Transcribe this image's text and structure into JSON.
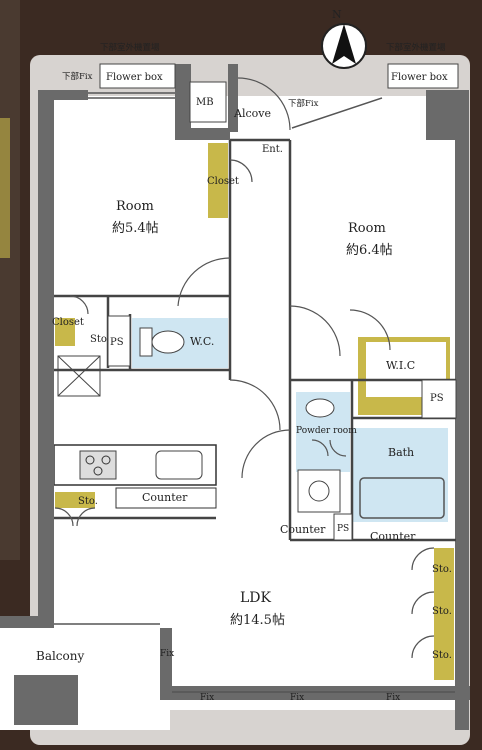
{
  "compass": {
    "label": "N"
  },
  "notes": {
    "outdoor_unit_left": "下部室外機置場",
    "outdoor_unit_right": "下部室外機置場",
    "fix_left": "下部Fix",
    "fix_right": "下部Fix",
    "flower_box_left": "Flower box",
    "flower_box_right": "Flower box"
  },
  "labels": {
    "mb": "MB",
    "alcove": "Alcove",
    "ent": "Ent.",
    "closet_upper": "Closet",
    "room_west": "Room",
    "room_west_size": "約5.4帖",
    "room_east": "Room",
    "room_east_size": "約6.4帖",
    "closet_left": "Closet",
    "sto_left": "Sto",
    "ps_left": "PS",
    "wc": "W.C.",
    "wic": "W.I.C",
    "ps_right": "PS",
    "powder_room": "Powder room",
    "bath": "Bath",
    "counter_kitchen": "Counter",
    "sto_kitchen": "Sto.",
    "counter_center": "Counter",
    "ps_center": "PS",
    "counter_right": "Counter",
    "sto_1": "Sto.",
    "sto_2": "Sto.",
    "sto_3": "Sto.",
    "ldk": "LDK",
    "ldk_size": "約14.5帖",
    "balcony": "Balcony",
    "fix_balcony": "Fix",
    "fix_bottom_1": "Fix",
    "fix_bottom_2": "Fix",
    "fix_bottom_3": "Fix"
  },
  "colors": {
    "background": "#3b2a22",
    "floor": "#ffffff",
    "wall": "#6a6a6a",
    "storage": "#c8b84a",
    "wet_area": "#cfe6f2"
  }
}
